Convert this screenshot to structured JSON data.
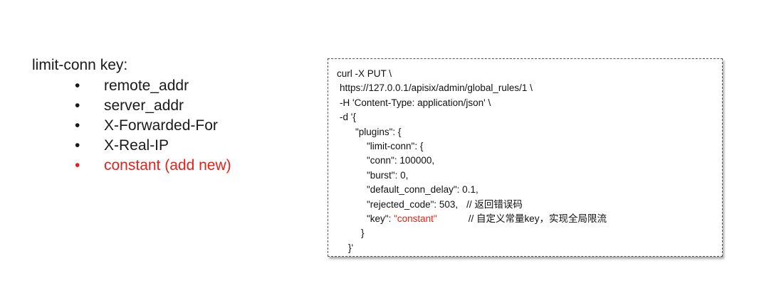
{
  "left": {
    "heading": "limit-conn key:",
    "bullet_glyph": "•",
    "items": [
      {
        "label": "remote_addr",
        "color": "#1a1a1a"
      },
      {
        "label": "server_addr",
        "color": "#1a1a1a"
      },
      {
        "label": "X-Forwarded-For",
        "color": "#1a1a1a"
      },
      {
        "label": "X-Real-IP",
        "color": "#1a1a1a"
      },
      {
        "label": "constant (add new)",
        "color": "#e8201a"
      }
    ]
  },
  "code": {
    "line1": "curl -X PUT \\",
    "line2": "https://127.0.0.1/apisix/admin/global_rules/1 \\",
    "line3": "-H 'Content-Type: application/json' \\",
    "line4": "-d '{",
    "line5": "\"plugins\": {",
    "line6": "\"limit-conn\": {",
    "line7": "\"conn\": 100000,",
    "line8": "\"burst\": 0,",
    "line9": "\"default_conn_delay\": 0.1,",
    "line10_main": "\"rejected_code\": 503,",
    "line10_comment": "// 返回错误码",
    "line11_key": "\"key\": ",
    "line11_value": "\"constant\"",
    "line11_comment": "// 自定义常量key，实现全局限流",
    "line12": "}",
    "line13": "}'"
  },
  "colors": {
    "accent_red": "#e8201a",
    "text": "#1a1a1a"
  }
}
